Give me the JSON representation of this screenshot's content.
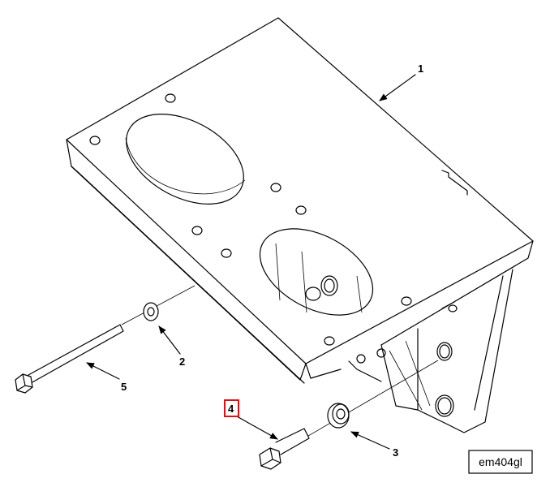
{
  "callouts": {
    "c1": "1",
    "c2": "2",
    "c3": "3",
    "c4": "4",
    "c5": "5"
  },
  "highlighted_callout": "4",
  "figure_id": "em404gl",
  "colors": {
    "line": "#000000",
    "highlight": "#e01010",
    "background": "#ffffff"
  }
}
